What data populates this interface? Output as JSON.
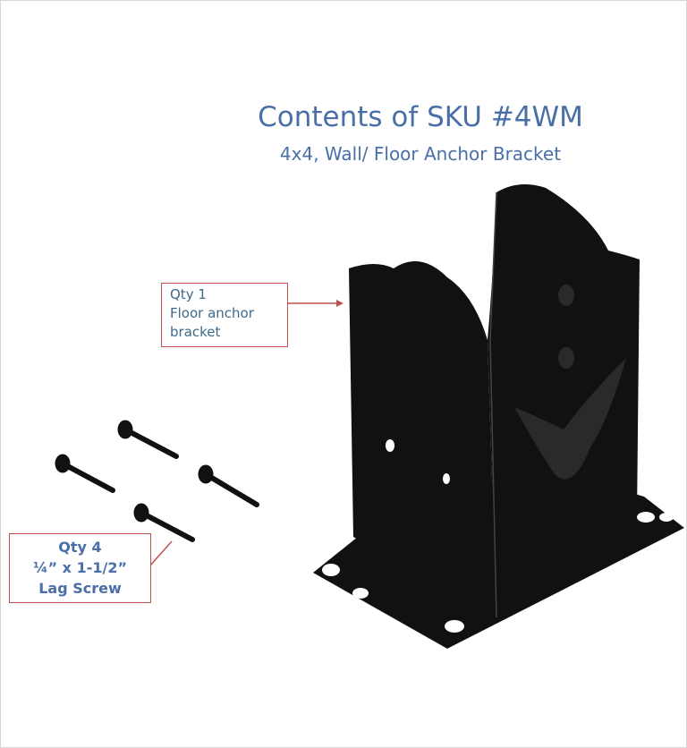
{
  "header": {
    "title": "Contents of SKU #4WM",
    "subtitle": "4x4, Wall/ Floor Anchor Bracket"
  },
  "callouts": {
    "bracket": {
      "qty": "Qty 1",
      "line1": "Floor anchor",
      "line2": "bracket"
    },
    "screws": {
      "qty": "Qty 4",
      "size": "¼” x 1-1/2”",
      "name": "Lag Screw"
    }
  },
  "colors": {
    "title": "#4a6fa8",
    "callout_border": "#c0504d",
    "product": "#111111"
  }
}
